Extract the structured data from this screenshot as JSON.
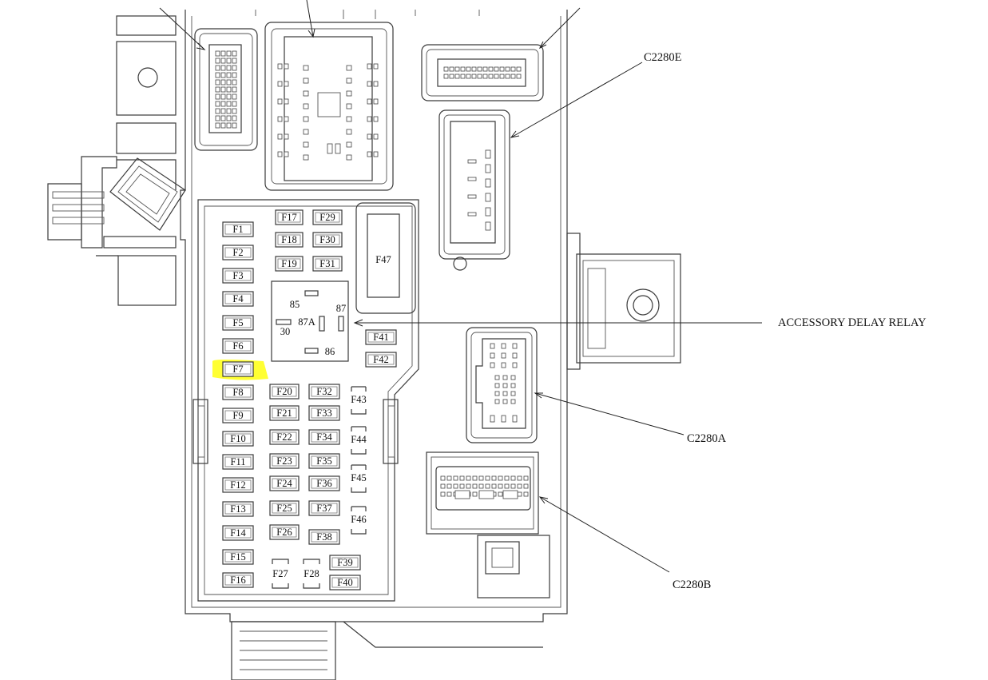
{
  "callouts": {
    "c2280e": "C2280E",
    "accessory_delay_relay": "ACCESSORY DELAY RELAY",
    "c2280a": "C2280A",
    "c2280b": "C2280B"
  },
  "relay_pins": {
    "p85": "85",
    "p87": "87",
    "p87a": "87A",
    "p30": "30",
    "p86": "86"
  },
  "fuses": {
    "F1": "F1",
    "F2": "F2",
    "F3": "F3",
    "F4": "F4",
    "F5": "F5",
    "F6": "F6",
    "F7": "F7",
    "F8": "F8",
    "F9": "F9",
    "F10": "F10",
    "F11": "F11",
    "F12": "F12",
    "F13": "F13",
    "F14": "F14",
    "F15": "F15",
    "F16": "F16",
    "F17": "F17",
    "F18": "F18",
    "F19": "F19",
    "F20": "F20",
    "F21": "F21",
    "F22": "F22",
    "F23": "F23",
    "F24": "F24",
    "F25": "F25",
    "F26": "F26",
    "F27": "F27",
    "F28": "F28",
    "F29": "F29",
    "F30": "F30",
    "F31": "F31",
    "F32": "F32",
    "F33": "F33",
    "F34": "F34",
    "F35": "F35",
    "F36": "F36",
    "F37": "F37",
    "F38": "F38",
    "F39": "F39",
    "F40": "F40",
    "F41": "F41",
    "F42": "F42",
    "F43": "F43",
    "F44": "F44",
    "F45": "F45",
    "F46": "F46",
    "F47": "F47"
  },
  "highlight": {
    "fuse": "F7",
    "color": "#ffff33"
  },
  "colors": {
    "line": "#3a3a3a",
    "background": "#ffffff"
  }
}
